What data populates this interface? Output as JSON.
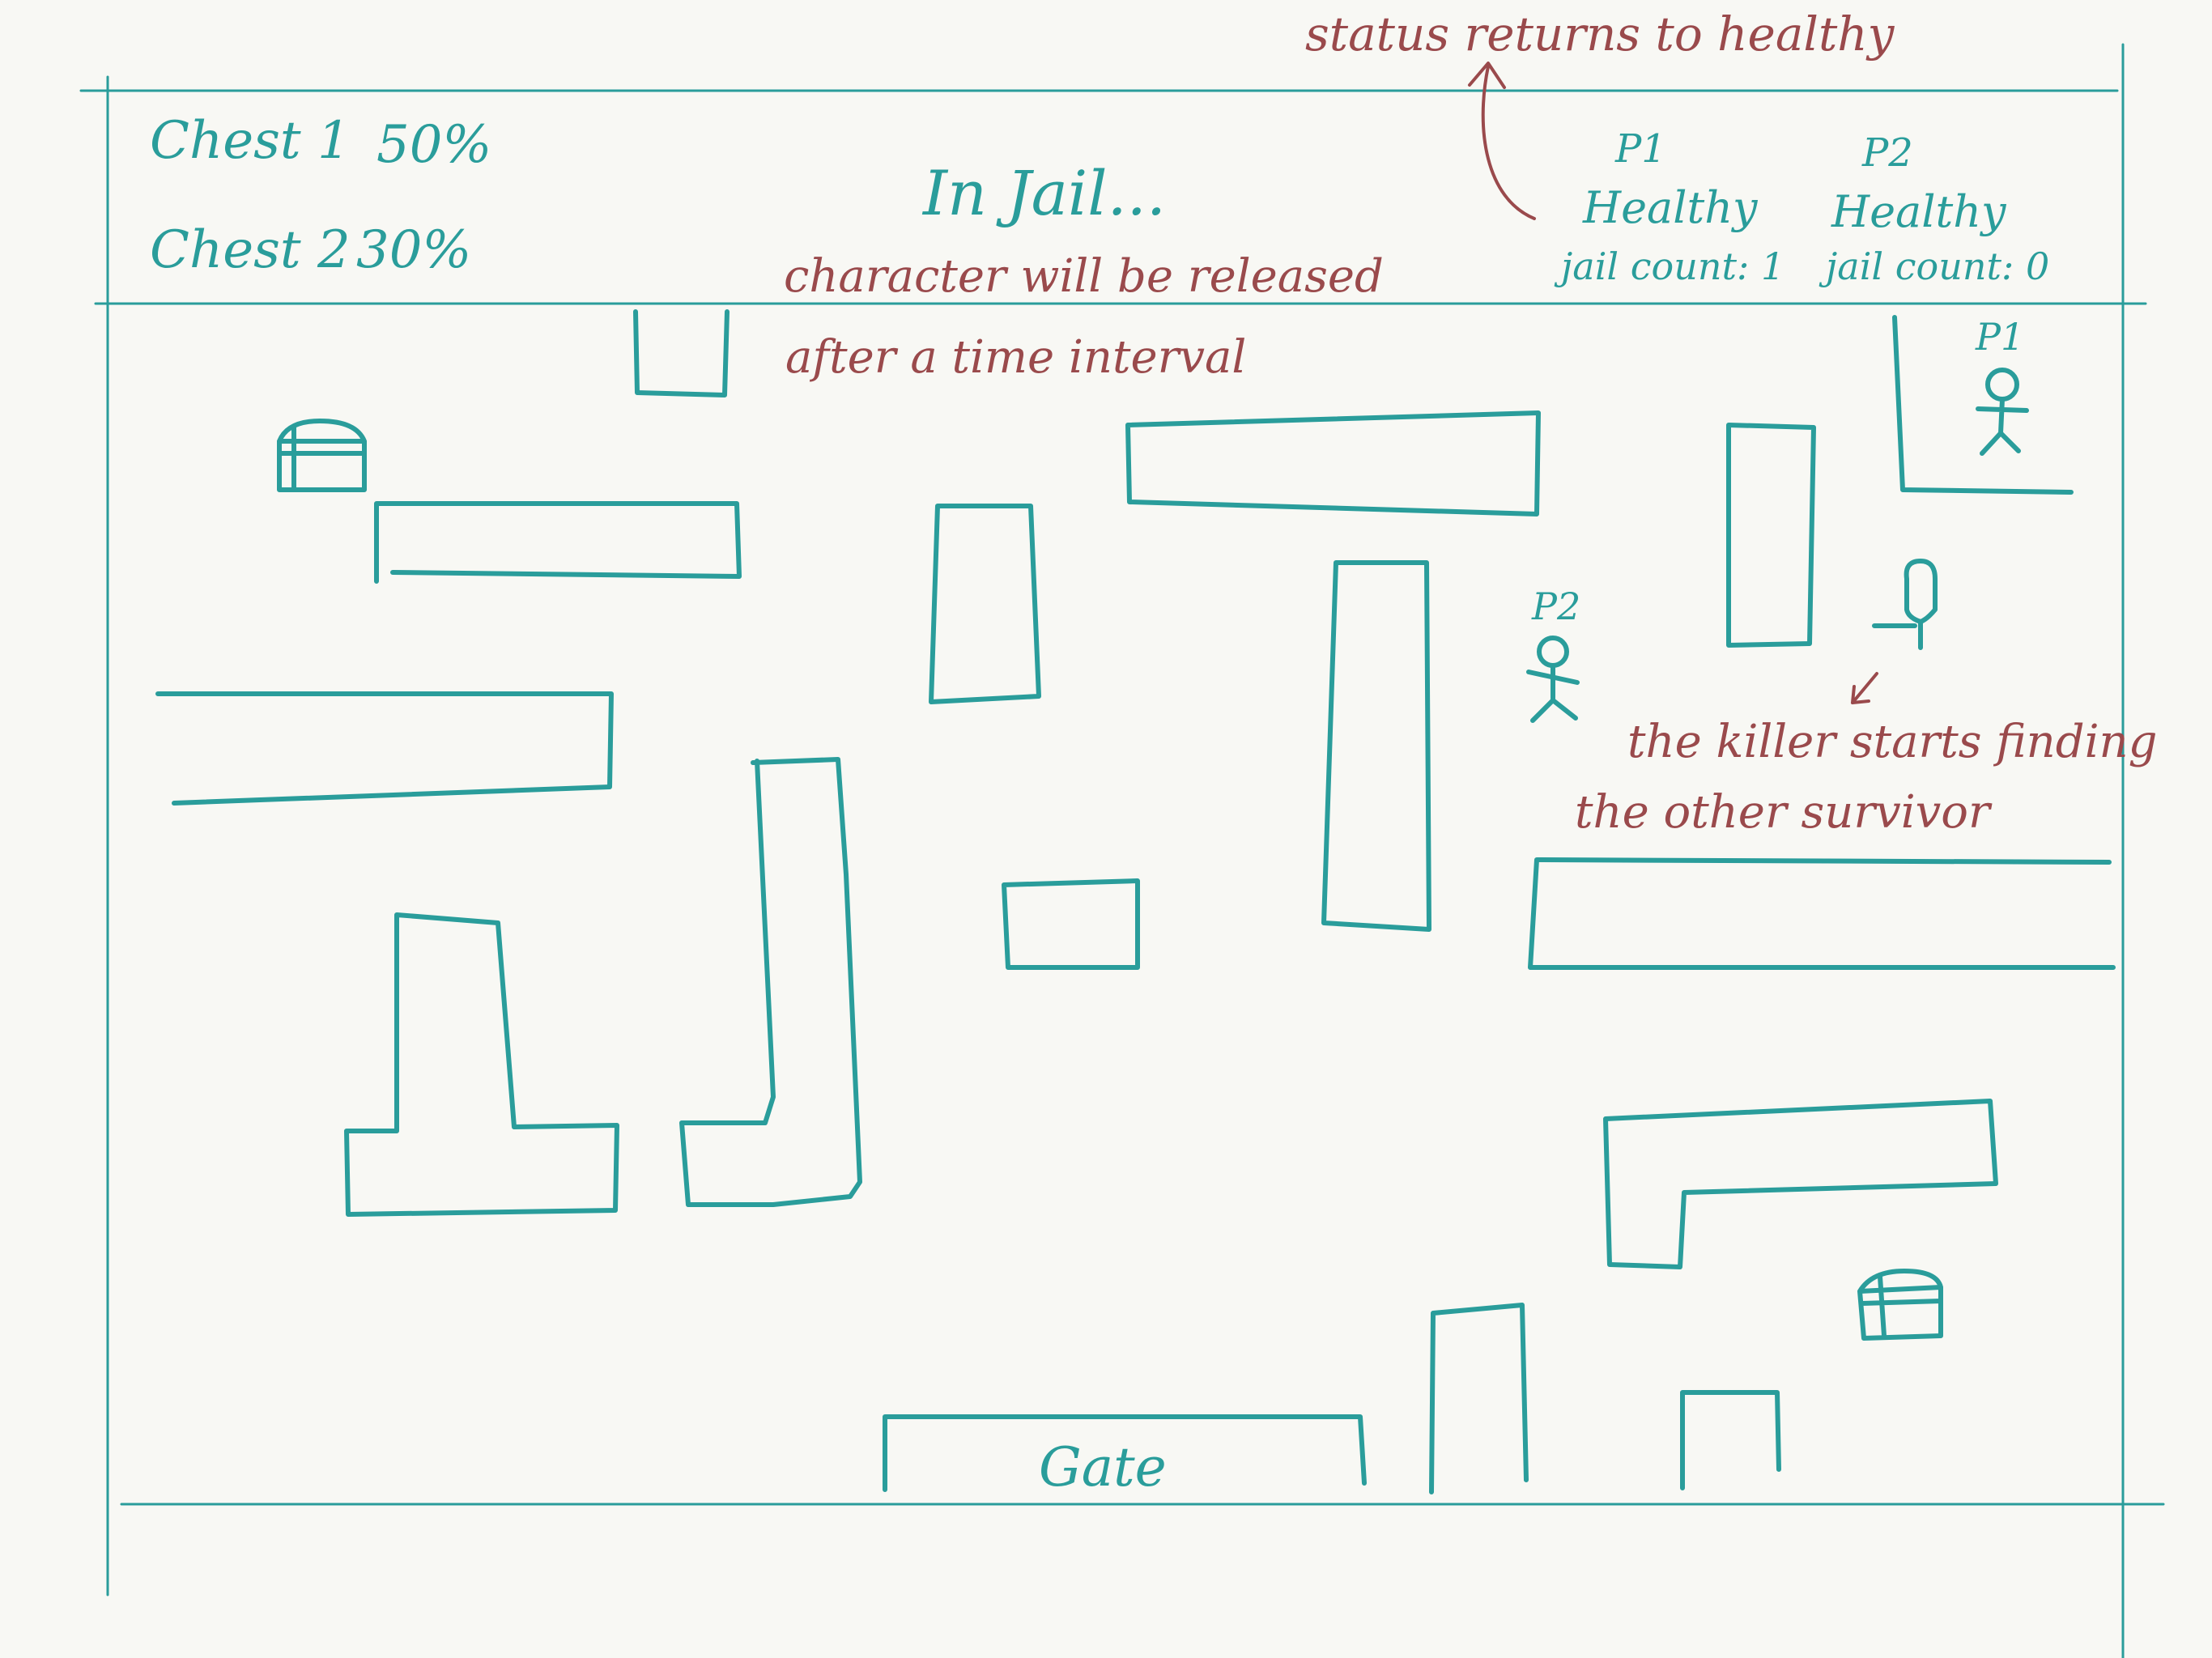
{
  "hud": {
    "chest1_label": "Chest 1",
    "chest1_progress": "50%",
    "chest2_label": "Chest 2",
    "chest2_progress": "30%",
    "status_title": "In Jail...",
    "p1": {
      "name": "P1",
      "status": "Healthy",
      "jail_count": "jail count: 1"
    },
    "p2": {
      "name": "P2",
      "status": "Healthy",
      "jail_count": "jail count: 0"
    }
  },
  "annotations": {
    "release_line1": "character will be released",
    "release_line2": "after a time interval",
    "status_note": "status returns to healthy",
    "killer_line1": "the killer starts finding",
    "killer_line2": "the other survivor"
  },
  "map": {
    "jail_player_label": "P1",
    "player2_label": "P2",
    "gate_label": "Gate"
  },
  "colors": {
    "ink": "#2a9d9b",
    "note": "#9a4a4c",
    "paper": "#f8f8f4"
  }
}
